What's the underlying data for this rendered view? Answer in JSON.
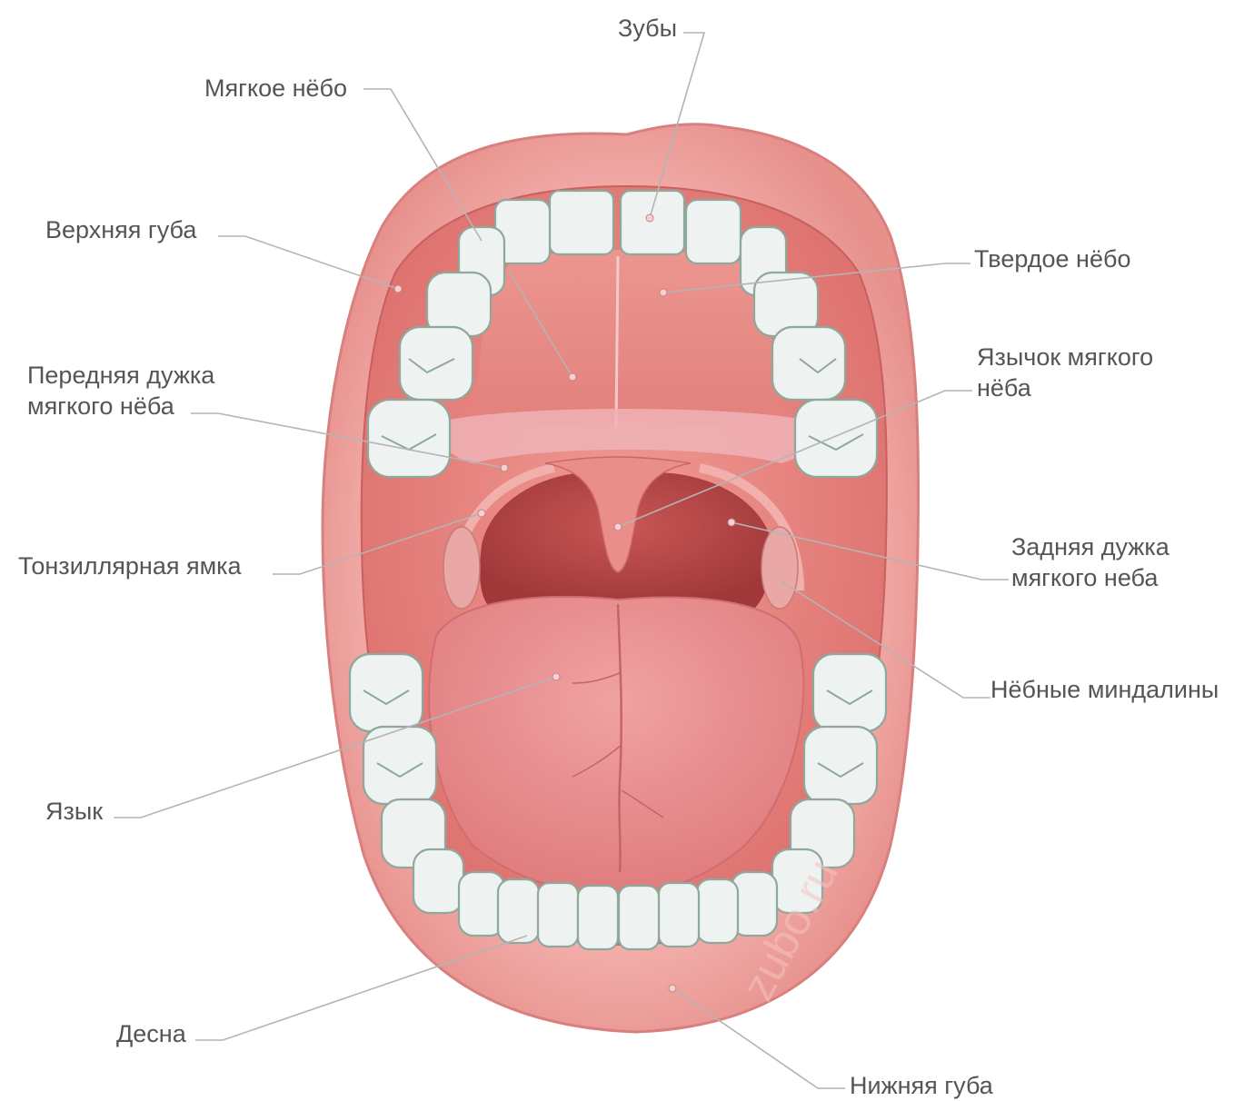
{
  "labels": {
    "teeth": "Зубы",
    "soft_palate": "Мягкое нёбо",
    "upper_lip": "Верхняя губа",
    "hard_palate": "Твердое нёбо",
    "anterior_arch_line1": "Передняя дужка",
    "anterior_arch_line2": "мягкого нёба",
    "uvula_line1": "Язычок мягкого",
    "uvula_line2": "нёба",
    "tonsillar_fossa": "Тонзиллярная ямка",
    "posterior_arch_line1": "Задняя дужка",
    "posterior_arch_line2": "мягкого неба",
    "palatine_tonsils": "Нёбные миндалины",
    "tongue": "Язык",
    "gum": "Десна",
    "lower_lip": "Нижняя губа"
  },
  "watermark": "zubo.ru",
  "colors": {
    "lip": "#f2a8a6",
    "lip_edge": "#d9807e",
    "palate": "#e98884",
    "throat": "#b84848",
    "tongue": "#e9898a",
    "tooth": "#eef2f0",
    "leader_line": "#b4b4b4",
    "label_text": "#555555"
  }
}
